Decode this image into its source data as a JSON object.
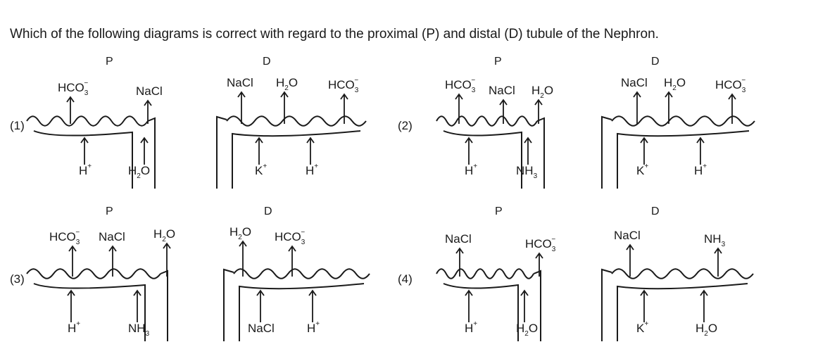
{
  "question": "Which of the following diagrams is correct with regard to the proximal (P) and distal (D) tubule of the Nephron.",
  "options": [
    {
      "number": "(1)",
      "proximal": {
        "header": "P",
        "top": [
          {
            "base": "HCO",
            "sub": "3",
            "sup": "−"
          },
          {
            "base": "NaCl"
          }
        ],
        "bottom": [
          {
            "base": "H",
            "sup": "+"
          },
          {
            "base": "H",
            "sub": "2",
            "tail": "O"
          }
        ]
      },
      "distal": {
        "header": "D",
        "top": [
          {
            "base": "NaCl"
          },
          {
            "base": "H",
            "sub": "2",
            "tail": "O"
          },
          {
            "base": "HCO",
            "sub": "3",
            "sup": "−"
          }
        ],
        "bottom": [
          {
            "base": "K",
            "sup": "+"
          },
          {
            "base": "H",
            "sup": "+"
          }
        ]
      }
    },
    {
      "number": "(2)",
      "proximal": {
        "header": "P",
        "top": [
          {
            "base": "HCO",
            "sub": "3",
            "sup": "−"
          },
          {
            "base": "NaCl"
          },
          {
            "base": "H",
            "sub": "2",
            "tail": "O"
          }
        ],
        "bottom": [
          {
            "base": "H",
            "sup": "+"
          },
          {
            "base": "NH",
            "sub": "3"
          }
        ]
      },
      "distal": {
        "header": "D",
        "top": [
          {
            "base": "NaCl"
          },
          {
            "base": "H",
            "sub": "2",
            "tail": "O"
          },
          {
            "base": "HCO",
            "sub": "3",
            "sup": "−"
          }
        ],
        "bottom": [
          {
            "base": "K",
            "sup": "+"
          },
          {
            "base": "H",
            "sup": "+"
          }
        ]
      }
    },
    {
      "number": "(3)",
      "proximal": {
        "header": "P",
        "top": [
          {
            "base": "HCO",
            "sub": "3",
            "sup": "−"
          },
          {
            "base": "NaCl"
          },
          {
            "base": "H",
            "sub": "2",
            "tail": "O"
          }
        ],
        "bottom": [
          {
            "base": "H",
            "sup": "+"
          },
          {
            "base": "NH",
            "sub": "3"
          }
        ]
      },
      "distal": {
        "header": "D",
        "top": [
          {
            "base": "H",
            "sub": "2",
            "tail": "O"
          },
          {
            "base": "HCO",
            "sub": "3",
            "sup": "−"
          }
        ],
        "bottom": [
          {
            "base": "NaCl"
          },
          {
            "base": "H",
            "sup": "+"
          }
        ]
      }
    },
    {
      "number": "(4)",
      "proximal": {
        "header": "P",
        "top": [
          {
            "base": "NaCl"
          },
          {
            "base": "HCO",
            "sub": "3",
            "sup": "−"
          }
        ],
        "bottom": [
          {
            "base": "H",
            "sup": "+"
          },
          {
            "base": "H",
            "sub": "2",
            "tail": "O"
          }
        ]
      },
      "distal": {
        "header": "D",
        "top": [
          {
            "base": "NaCl"
          },
          {
            "base": "NH",
            "sub": "3"
          }
        ],
        "bottom": [
          {
            "base": "K",
            "sup": "+"
          },
          {
            "base": "H",
            "sub": "2",
            "tail": "O"
          }
        ]
      }
    }
  ]
}
